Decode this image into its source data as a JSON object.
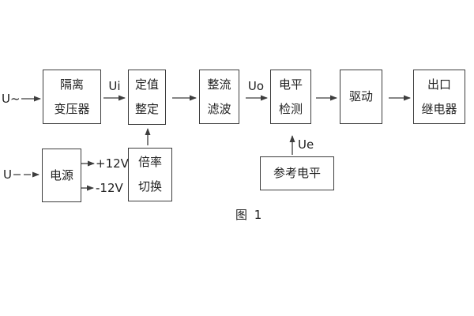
{
  "caption": "图 1",
  "blocks": {
    "isolation_transformer": {
      "line1": "隔离",
      "line2": "变压器"
    },
    "value_setting": {
      "line1": "定值",
      "line2": "整定"
    },
    "rectify_filter": {
      "line1": "整流",
      "line2": "滤波"
    },
    "level_detection": {
      "line1": "电平",
      "line2": "检测"
    },
    "drive": {
      "label": "驱动"
    },
    "output_relay": {
      "line1": "出口",
      "line2": "继电器"
    },
    "power_supply": {
      "label": "电源"
    },
    "ratio_switch": {
      "line1": "倍率",
      "line2": "切换"
    },
    "reference_level": {
      "label": "参考电平"
    }
  },
  "signals": {
    "ac_input": "U~",
    "dc_input": "U",
    "ui": "Ui",
    "uo": "Uo",
    "ue": "Ue",
    "plus_12v": "+12V",
    "minus_12v": "-12V"
  },
  "colors": {
    "line": "#3d3d3d",
    "text": "#1f1f1f",
    "background": "#ffffff"
  }
}
